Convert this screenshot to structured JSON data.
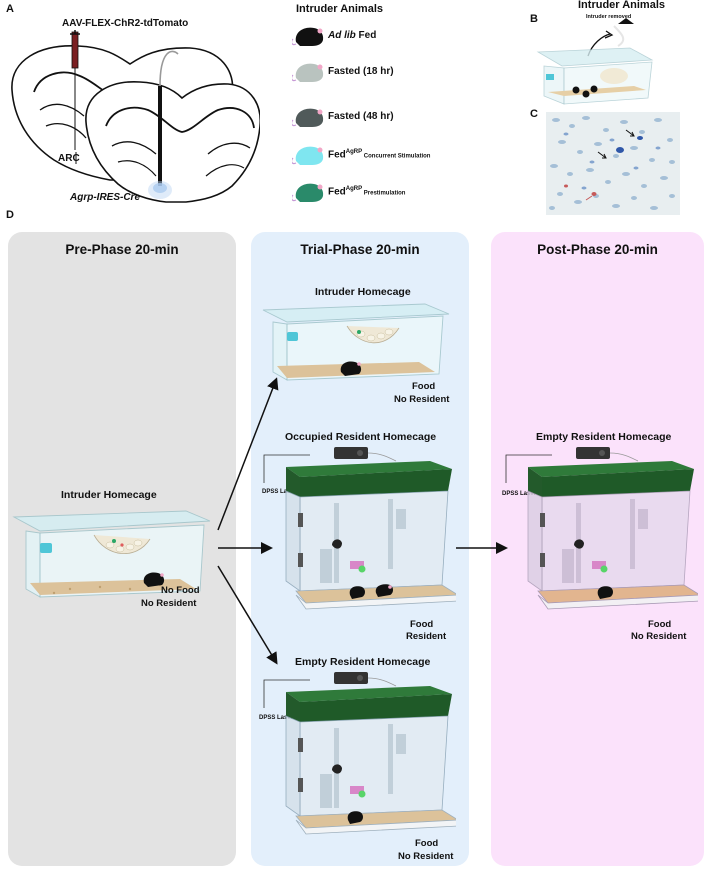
{
  "panels": {
    "a": "A",
    "b": "B",
    "c": "C",
    "d": "D"
  },
  "panel_a": {
    "virus_label": "AAV-FLEX-ChR2-tdTomato",
    "arc_label": "ARC",
    "mouse_line": "Agrp-IRES-Cre"
  },
  "legend": {
    "title": "Intruder Animals",
    "items": [
      {
        "pre": "Ad lib",
        "main": " Fed",
        "sup": "",
        "tail": "",
        "color": "#111111"
      },
      {
        "pre": "",
        "main": "Fasted (18 hr)",
        "sup": "",
        "tail": "",
        "color": "#b9c3bf"
      },
      {
        "pre": "",
        "main": "Fasted (48 hr)",
        "sup": "",
        "tail": "",
        "color": "#505a5a"
      },
      {
        "pre": "",
        "main": "Fed",
        "sup": "AgRP",
        "tail": " Concurrent Stimulation",
        "color": "#7fe6f0"
      },
      {
        "pre": "",
        "main": "Fed",
        "sup": "AgRP",
        "tail": " Prestimulation",
        "color": "#2a8a6a"
      }
    ]
  },
  "panel_b": {
    "title": "Intruder Animals",
    "tiny_label": "Intruder removed"
  },
  "phases": [
    {
      "title": "Pre-Phase 20-min",
      "color": "#e3e3e3"
    },
    {
      "title": "Trial-Phase 20-min",
      "color": "#e3effb"
    },
    {
      "title": "Post-Phase 20-min",
      "color": "#fbe2fb"
    }
  ],
  "pre_phase": {
    "cage_title": "Intruder Homecage",
    "cond1": "No Food",
    "cond2": "No Resident"
  },
  "trial_phase": {
    "top": {
      "cage_title": "Intruder Homecage",
      "cond1": "Food",
      "cond2": "No Resident"
    },
    "middle": {
      "cage_title": "Occupied Resident Homecage",
      "laser": "DPSS Laser",
      "cond1": "Food",
      "cond2": "Resident"
    },
    "bottom": {
      "cage_title": "Empty Resident Homecage",
      "laser": "DPSS Laser",
      "cond1": "Food",
      "cond2": "No Resident"
    }
  },
  "post_phase": {
    "cage_title": "Empty Resident Homecage",
    "laser": "DPSS Laser",
    "cond1": "Food",
    "cond2": "No Resident"
  }
}
